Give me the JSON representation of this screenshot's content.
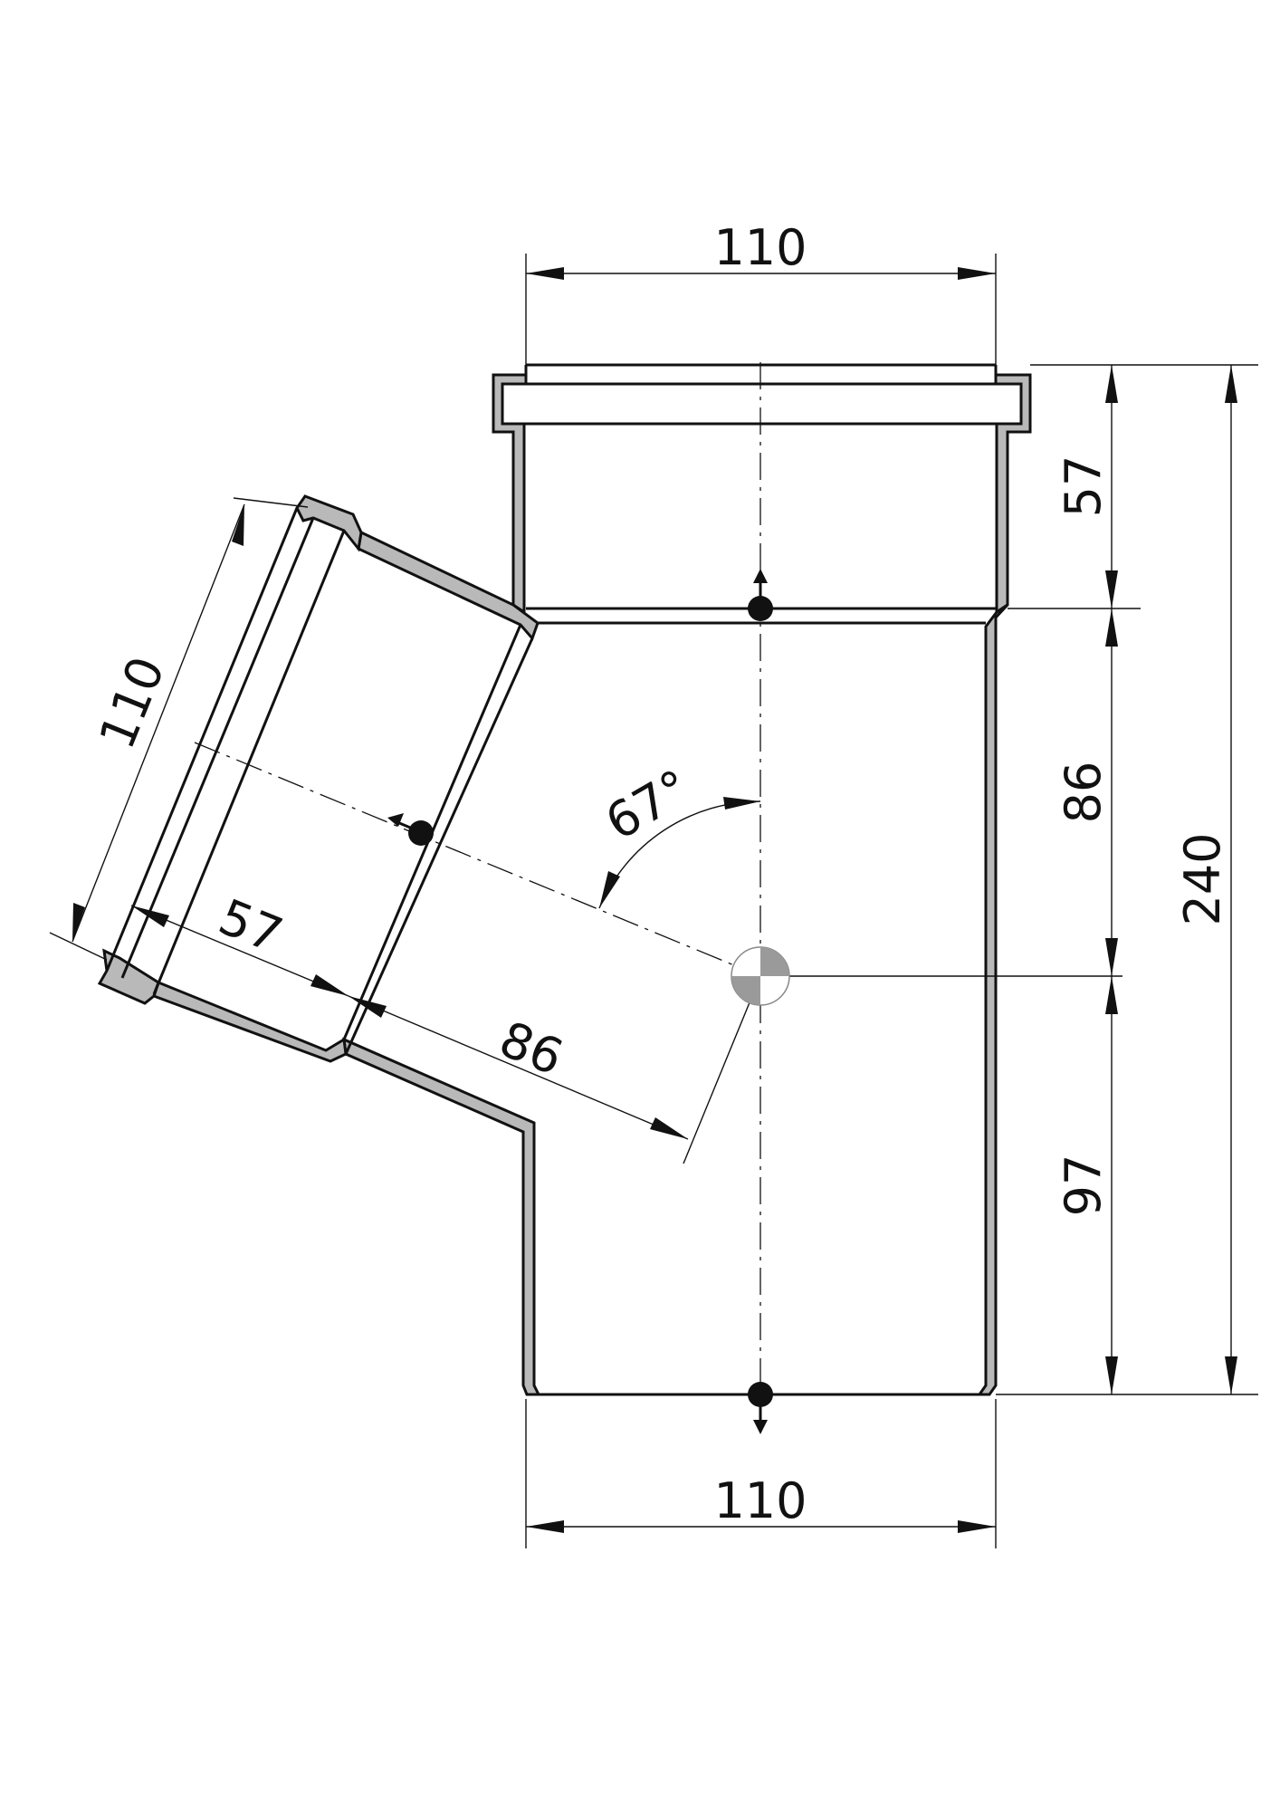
{
  "dimensions": {
    "top_diameter": "110",
    "bottom_diameter": "110",
    "branch_diameter": "110",
    "top_socket_depth": "57",
    "top_body_length": "86",
    "bottom_length": "97",
    "overall_length": "240",
    "branch_socket_depth": "57",
    "branch_length": "86",
    "branch_angle": "67°"
  },
  "colors": {
    "wall_fill": "#b9b9b9",
    "line": "#111111",
    "background": "#ffffff"
  },
  "icons": {
    "insertion_marker": "arrow-drop-marker",
    "center_point": "quartered-circle-center"
  }
}
